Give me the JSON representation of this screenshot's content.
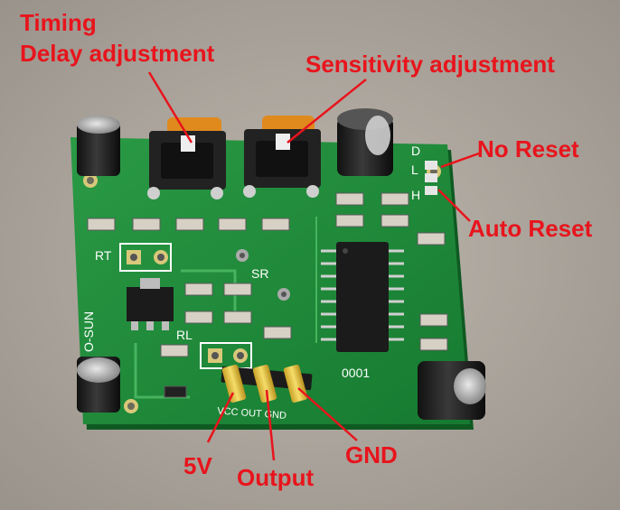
{
  "labels": {
    "timing": "Timing",
    "delay": "Delay adjustment",
    "sensitivity": "Sensitivity adjustment",
    "no_reset": "No Reset",
    "auto_reset": "Auto Reset",
    "v5": "5V",
    "output": "Output",
    "gnd": "GND"
  },
  "silkscreen": {
    "rt": "RT",
    "sr": "SR",
    "rl": "RL",
    "sun": "O-SUN",
    "chip": "0001",
    "d": "D",
    "l": "L",
    "h": "H",
    "pins": "VCC OUT GND"
  },
  "colors": {
    "label": "#e8141c",
    "pcb": "#1f8a3a",
    "background": "#a9a29a"
  }
}
